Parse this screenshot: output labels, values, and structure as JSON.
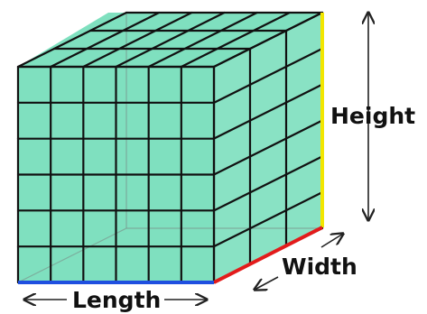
{
  "diagram": {
    "labels": {
      "height": "Height",
      "width": "Width",
      "length": "Length"
    },
    "cube": {
      "front_columns": 6,
      "front_rows": 6,
      "side_columns": 3,
      "top_rows": 3
    },
    "colors": {
      "cube_face": "#7fe0bf",
      "grid_line": "#111111",
      "height_edge": "#f2e600",
      "width_edge": "#e31b1b",
      "length_edge": "#1f4fe0",
      "hidden_edge": "#7a8a86",
      "arrow": "#222222"
    }
  }
}
